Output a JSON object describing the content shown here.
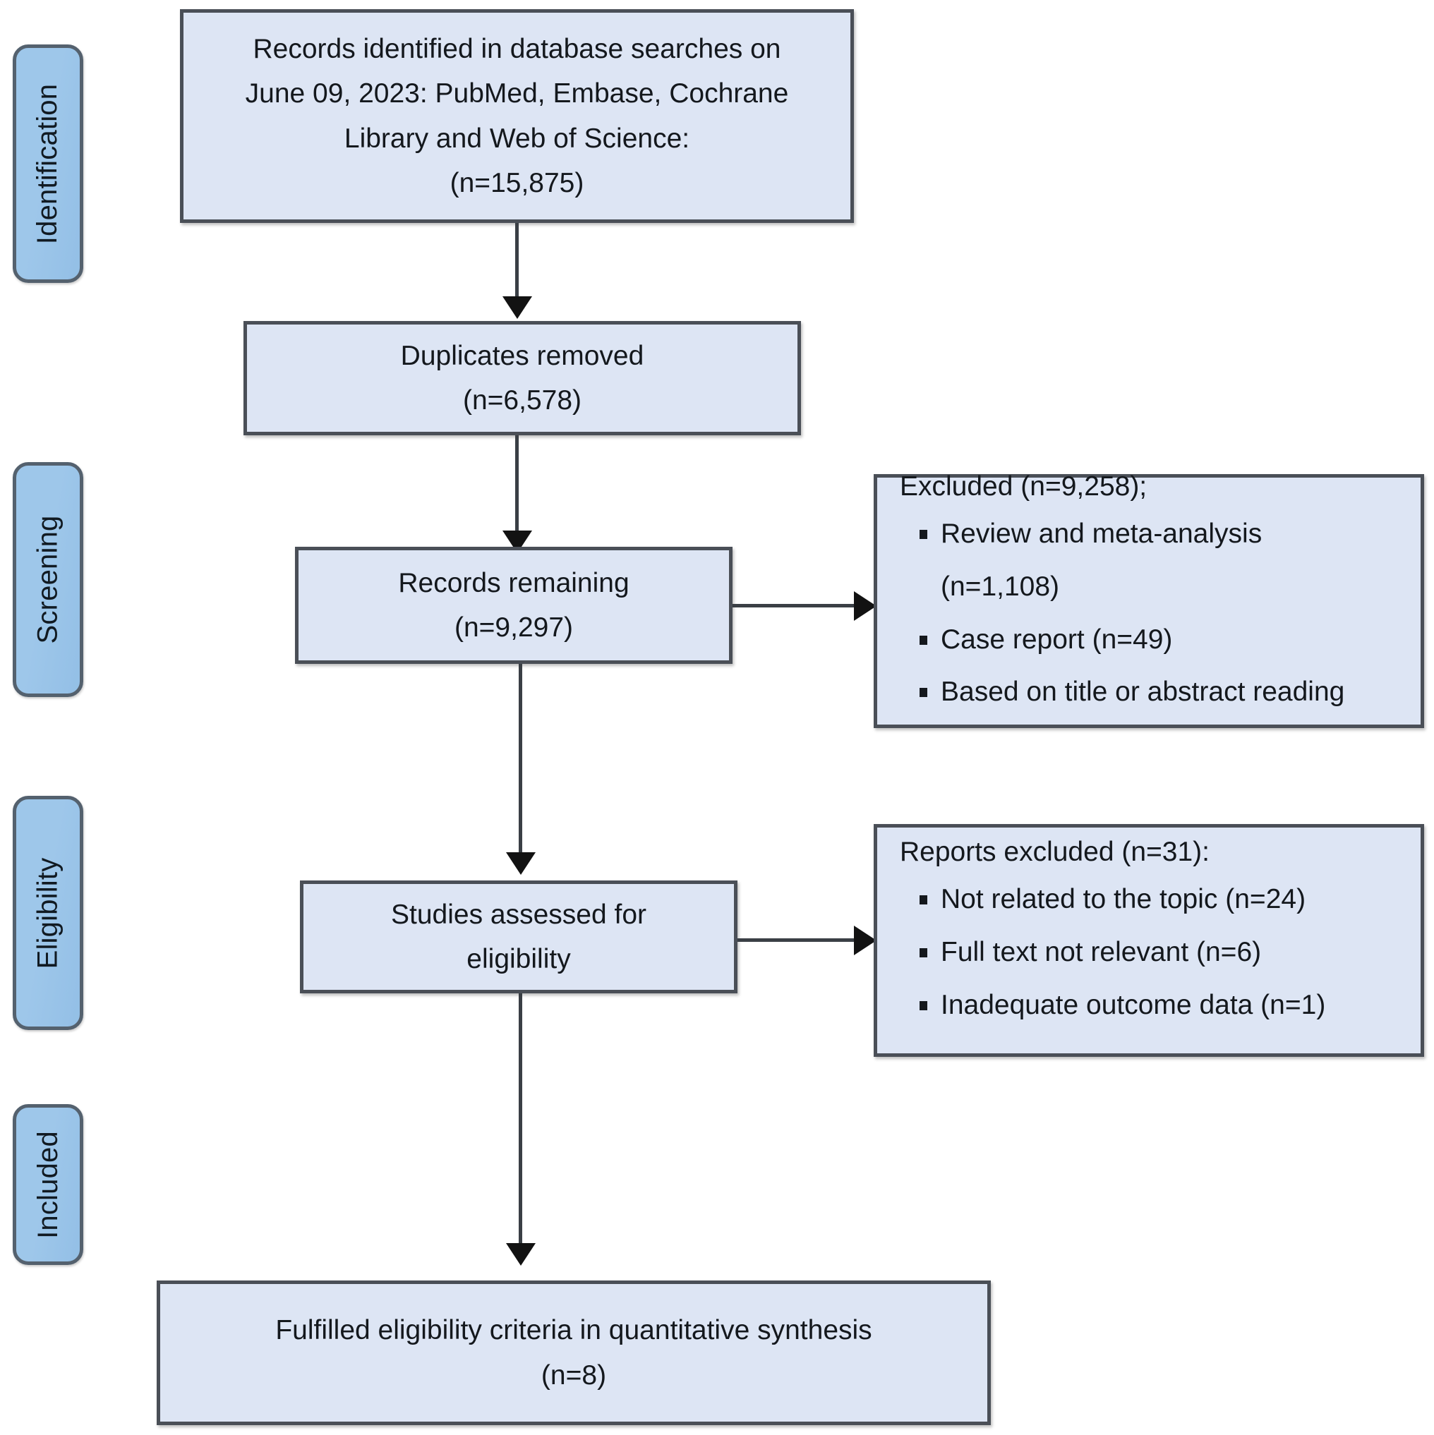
{
  "diagram": {
    "type": "prisma-flow-diagram",
    "accent_box_fill": "#dde5f4",
    "accent_box_border": "#4a4f57",
    "stage_fill": "#9ec7ea",
    "stage_border": "#54616e",
    "connector_color": "#3a3f45"
  },
  "stages": [
    {
      "label": "Identification"
    },
    {
      "label": "Screening"
    },
    {
      "label": "Eligibility"
    },
    {
      "label": "Included"
    }
  ],
  "boxes": {
    "identified": {
      "lines": [
        "Records identified in database searches on",
        "June 09, 2023: PubMed, Embase, Cochrane",
        "Library and Web of Science:",
        "(n=15,875)"
      ]
    },
    "duplicates": {
      "lines": [
        "Duplicates removed",
        "(n=6,578)"
      ]
    },
    "remaining": {
      "lines": [
        "Records remaining",
        "(n=9,297)"
      ]
    },
    "excluded_screening": {
      "heading": "Excluded (n=9,258);",
      "items": [
        {
          "text": "Review and meta-analysis",
          "bulleted": true
        },
        {
          "text": "(n=1,108)",
          "bulleted": false
        },
        {
          "text": "Case report (n=49)",
          "bulleted": true
        },
        {
          "text": "Based on title or abstract reading",
          "bulleted": true
        }
      ]
    },
    "assessed": {
      "lines": [
        "Studies assessed for",
        "eligibility"
      ]
    },
    "excluded_reports": {
      "heading": "Reports excluded (n=31):",
      "items": [
        {
          "text": "Not related to the topic (n=24)",
          "bulleted": true
        },
        {
          "text": "Full text not relevant (n=6)",
          "bulleted": true
        },
        {
          "text": "Inadequate outcome data (n=1)",
          "bulleted": true
        }
      ]
    },
    "included": {
      "lines": [
        "Fulfilled eligibility criteria in quantitative synthesis",
        "(n=8)"
      ]
    }
  }
}
